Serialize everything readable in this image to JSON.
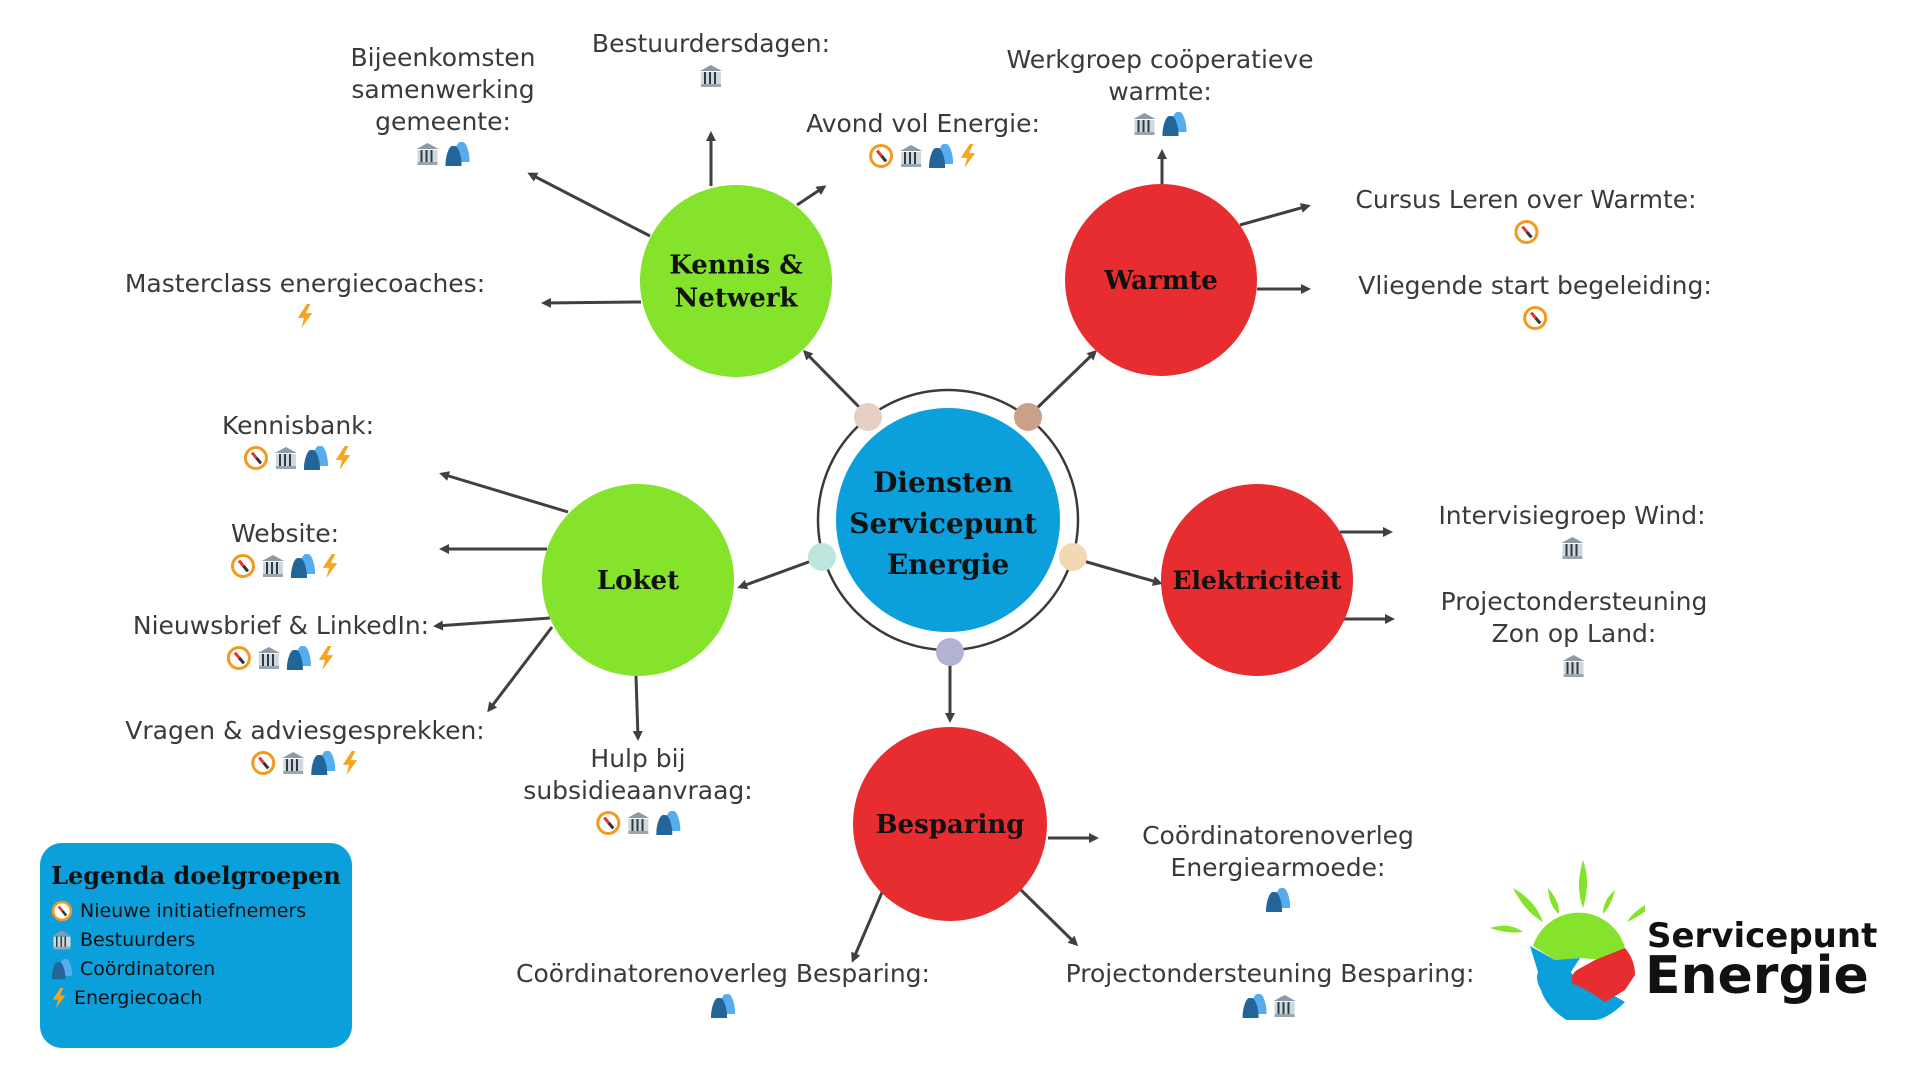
{
  "colors": {
    "green": "#84e32a",
    "red": "#e72d2f",
    "blue": "#0ba0dc",
    "arrow": "#404040",
    "legend_bg": "#0ba0dc"
  },
  "center": {
    "label_lines": [
      "Diensten",
      "Servicepunt",
      "Energie"
    ],
    "ring_dots": [
      {
        "name": "dot-kennis",
        "color": "#e6cfc4"
      },
      {
        "name": "dot-warmte",
        "color": "#c9a188"
      },
      {
        "name": "dot-loket",
        "color": "#bfe6de"
      },
      {
        "name": "dot-elektriciteit",
        "color": "#f1d9b4"
      },
      {
        "name": "dot-besparing",
        "color": "#b3b3d3"
      }
    ]
  },
  "nodes": [
    {
      "id": "kennis",
      "label_lines": [
        "Kennis &",
        "Netwerk"
      ],
      "color": "green"
    },
    {
      "id": "warmte",
      "label_lines": [
        "Warmte"
      ],
      "color": "red"
    },
    {
      "id": "loket",
      "label_lines": [
        "Loket"
      ],
      "color": "green"
    },
    {
      "id": "elektriciteit",
      "label_lines": [
        "Elektriciteit"
      ],
      "color": "red"
    },
    {
      "id": "besparing",
      "label_lines": [
        "Besparing"
      ],
      "color": "red"
    }
  ],
  "items": [
    {
      "node": "kennis",
      "title": "Bijeenkomsten samenwerking gemeente:",
      "lines": [
        "Bijeenkomsten",
        "samenwerking",
        "gemeente:"
      ],
      "icons": [
        "bank",
        "people"
      ]
    },
    {
      "node": "kennis",
      "title": "Bestuurdersdagen:",
      "lines": [
        "Bestuurdersdagen:"
      ],
      "icons": [
        "bank"
      ]
    },
    {
      "node": "kennis",
      "title": "Avond vol Energie:",
      "lines": [
        "Avond vol Energie:"
      ],
      "icons": [
        "compass",
        "bank",
        "people",
        "bolt"
      ]
    },
    {
      "node": "kennis",
      "title": "Masterclass energiecoaches:",
      "lines": [
        "Masterclass energiecoaches:"
      ],
      "icons": [
        "bolt"
      ]
    },
    {
      "node": "warmte",
      "title": "Werkgroep coöperatieve warmte:",
      "lines": [
        "Werkgroep coöperatieve",
        "warmte:"
      ],
      "icons": [
        "bank",
        "people"
      ]
    },
    {
      "node": "warmte",
      "title": "Cursus Leren over Warmte:",
      "lines": [
        "Cursus Leren over Warmte:"
      ],
      "icons": [
        "compass"
      ]
    },
    {
      "node": "warmte",
      "title": "Vliegende start begeleiding:",
      "lines": [
        "Vliegende start begeleiding:"
      ],
      "icons": [
        "compass"
      ]
    },
    {
      "node": "elektriciteit",
      "title": "Intervisiegroep Wind:",
      "lines": [
        "Intervisiegroep Wind:"
      ],
      "icons": [
        "bank"
      ]
    },
    {
      "node": "elektriciteit",
      "title": "Projectondersteuning Zon op Land:",
      "lines": [
        "Projectondersteuning",
        "Zon op Land:"
      ],
      "icons": [
        "bank"
      ]
    },
    {
      "node": "loket",
      "title": "Kennisbank:",
      "lines": [
        "Kennisbank:"
      ],
      "icons": [
        "compass",
        "bank",
        "people",
        "bolt"
      ]
    },
    {
      "node": "loket",
      "title": "Website:",
      "lines": [
        "Website:"
      ],
      "icons": [
        "compass",
        "bank",
        "people",
        "bolt"
      ]
    },
    {
      "node": "loket",
      "title": "Nieuwsbrief & LinkedIn:",
      "lines": [
        "Nieuwsbrief & LinkedIn:"
      ],
      "icons": [
        "compass",
        "bank",
        "people",
        "bolt"
      ]
    },
    {
      "node": "loket",
      "title": "Vragen & adviesgesprekken:",
      "lines": [
        "Vragen & adviesgesprekken:"
      ],
      "icons": [
        "compass",
        "bank",
        "people",
        "bolt"
      ]
    },
    {
      "node": "loket",
      "title": "Hulp bij subsidieaanvraag:",
      "lines": [
        "Hulp bij",
        "subsidieaanvraag:"
      ],
      "icons": [
        "compass",
        "bank",
        "people"
      ]
    },
    {
      "node": "besparing",
      "title": "Coördinatorenoverleg Energiearmoede:",
      "lines": [
        "Coördinatorenoverleg",
        "Energiearmoede:"
      ],
      "icons": [
        "people"
      ]
    },
    {
      "node": "besparing",
      "title": "Coördinatorenoverleg Besparing:",
      "lines": [
        "Coördinatorenoverleg Besparing:"
      ],
      "icons": [
        "people"
      ]
    },
    {
      "node": "besparing",
      "title": "Projectondersteuning Besparing:",
      "lines": [
        "Projectondersteuning Besparing:"
      ],
      "icons": [
        "people",
        "bank"
      ]
    }
  ],
  "legend": {
    "title": "Legenda doelgroepen",
    "entries": [
      {
        "icon": "compass",
        "label": "Nieuwe initiatiefnemers"
      },
      {
        "icon": "bank",
        "label": "Bestuurders"
      },
      {
        "icon": "people",
        "label": "Coördinatoren"
      },
      {
        "icon": "bolt",
        "label": "Energiecoach"
      }
    ]
  },
  "logo": {
    "line1": "Servicepunt",
    "line2": "Energie"
  }
}
